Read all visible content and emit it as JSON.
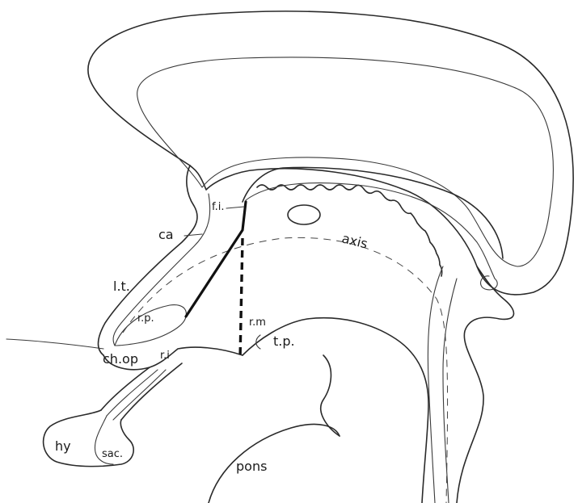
{
  "labels": {
    "ca": "ca",
    "fi": "f.i.",
    "axis": "axis",
    "lt": "l.t.",
    "rp": "r.p.",
    "rm": "r.m",
    "tp": "t.p.",
    "chop": "ch.op",
    "ri": "r.i",
    "hy": "hy",
    "sac": "sac.",
    "pons": "pons"
  }
}
